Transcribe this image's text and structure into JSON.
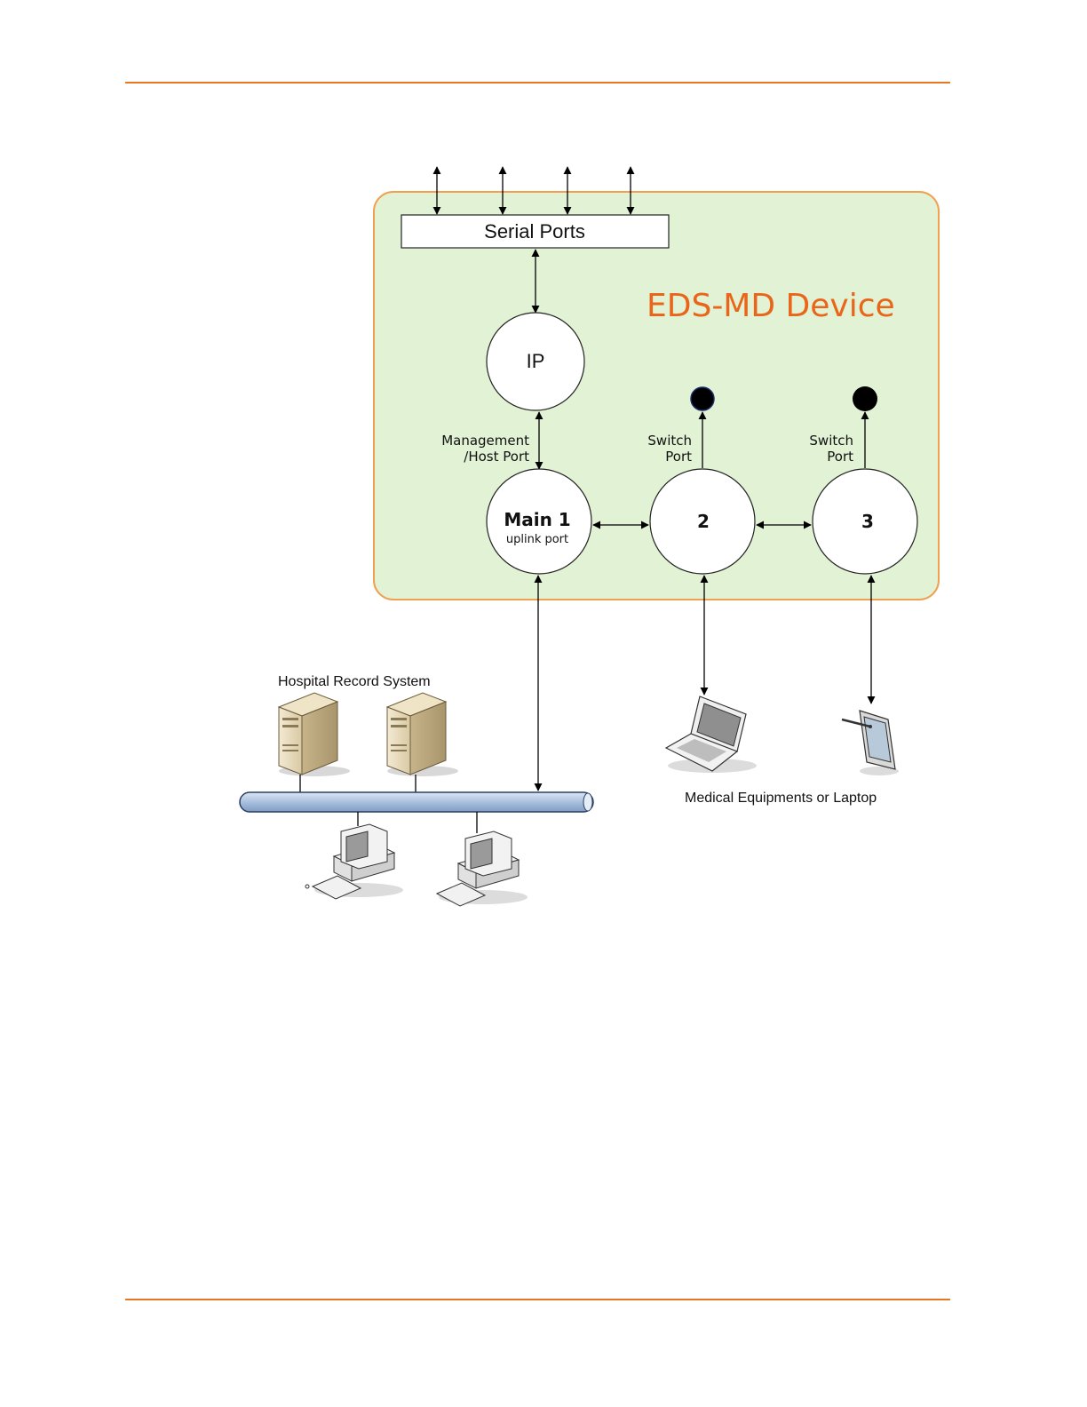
{
  "colors": {
    "accent_rule": "#E87722",
    "device_fill": "#E2F2D4",
    "device_border": "#F0A050",
    "device_title": "#E8651A",
    "bus_fill": "#B6CBE4"
  },
  "diagram": {
    "serial_ports_label": "Serial Ports",
    "device_title": "EDS-MD Device",
    "ip_label": "IP",
    "management_label_line1": "Management",
    "management_label_line2": "/Host Port",
    "switch2_label_line1": "Switch",
    "switch2_label_line2": "Port",
    "switch3_label_line1": "Switch",
    "switch3_label_line2": "Port",
    "main_label": "Main 1",
    "main_sublabel": "uplink port",
    "port2_label": "2",
    "port3_label": "3",
    "hospital_label": "Hospital Record System",
    "medical_label": "Medical Equipments or Laptop",
    "icons": [
      "server-icon",
      "server-icon",
      "desktop-computer-icon",
      "desktop-computer-icon",
      "laptop-icon",
      "tablet-icon"
    ]
  }
}
